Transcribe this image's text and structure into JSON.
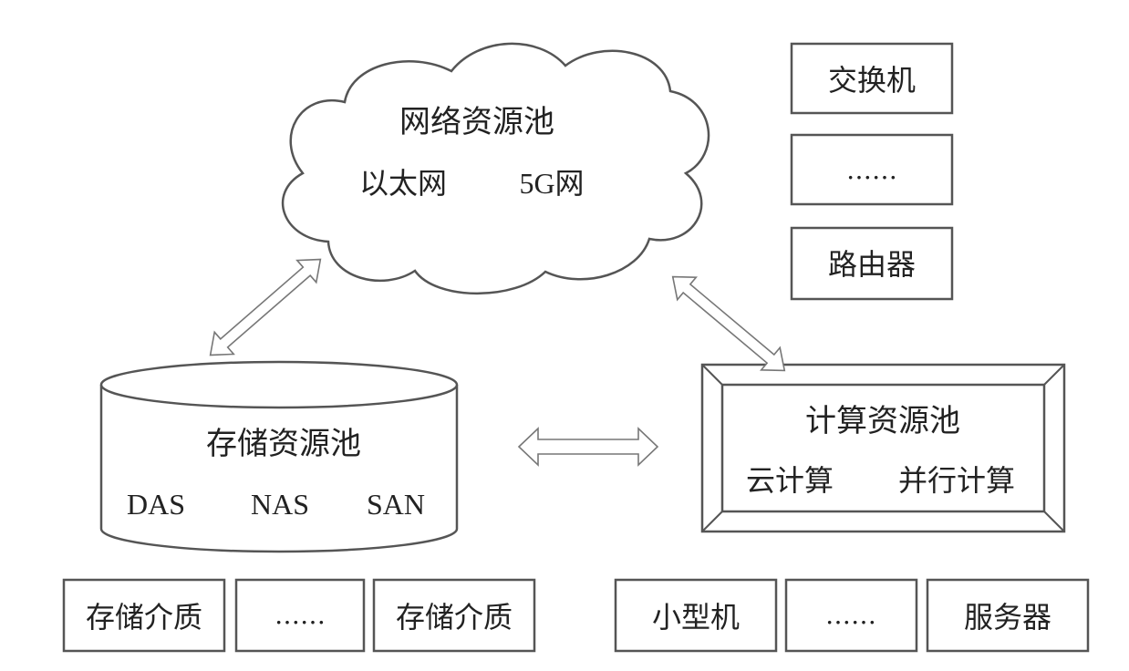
{
  "network_pool": {
    "title": "网络资源池",
    "items": [
      "以太网",
      "5G网"
    ],
    "devices": [
      "交换机",
      "……",
      "路由器"
    ]
  },
  "storage_pool": {
    "title": "存储资源池",
    "items": [
      "DAS",
      "NAS",
      "SAN"
    ],
    "media": [
      "存储介质",
      "……",
      "存储介质"
    ]
  },
  "compute_pool": {
    "title": "计算资源池",
    "items": [
      "云计算",
      "并行计算"
    ],
    "machines": [
      "小型机",
      "……",
      "服务器"
    ]
  },
  "colors": {
    "stroke": "#555555",
    "arrow_stroke": "#777777",
    "text": "#222222"
  }
}
